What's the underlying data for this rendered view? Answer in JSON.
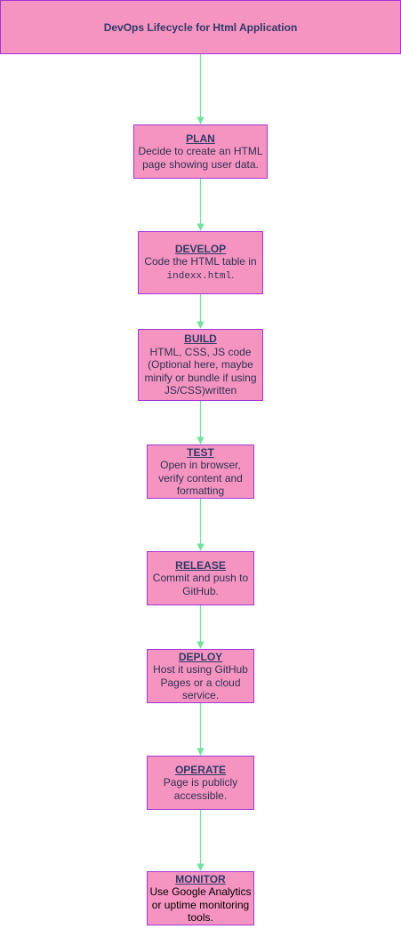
{
  "diagram": {
    "title": "DevOps Lifecycle for Html Application",
    "steps": [
      {
        "title": "PLAN",
        "desc": "Decide to create an HTML\npage showing user data."
      },
      {
        "title": "DEVELOP",
        "desc_before": "Code the HTML table in",
        "code": "indexx.html",
        "desc_after": "."
      },
      {
        "title": "BUILD",
        "desc": "HTML, CSS, JS code\n(Optional here, maybe\nminify or bundle if using\nJS/CSS)written"
      },
      {
        "title": "TEST",
        "desc": "Open in browser,\nverify content and\nformatting"
      },
      {
        "title": "RELEASE",
        "desc": "Commit and push to\nGitHub."
      },
      {
        "title": "DEPLOY",
        "desc": "Host it using GitHub\nPages or a cloud\nservice."
      },
      {
        "title": "OPERATE",
        "desc": "Page is publicly\naccessible."
      },
      {
        "title": "MONITOR",
        "desc": "Use Google Analytics\nor uptime monitoring\ntools."
      }
    ],
    "colors": {
      "box_fill": "#f694c1",
      "box_border": "#a336d6",
      "connector": "#6fe39a",
      "title_text": "#2f3b66"
    }
  }
}
